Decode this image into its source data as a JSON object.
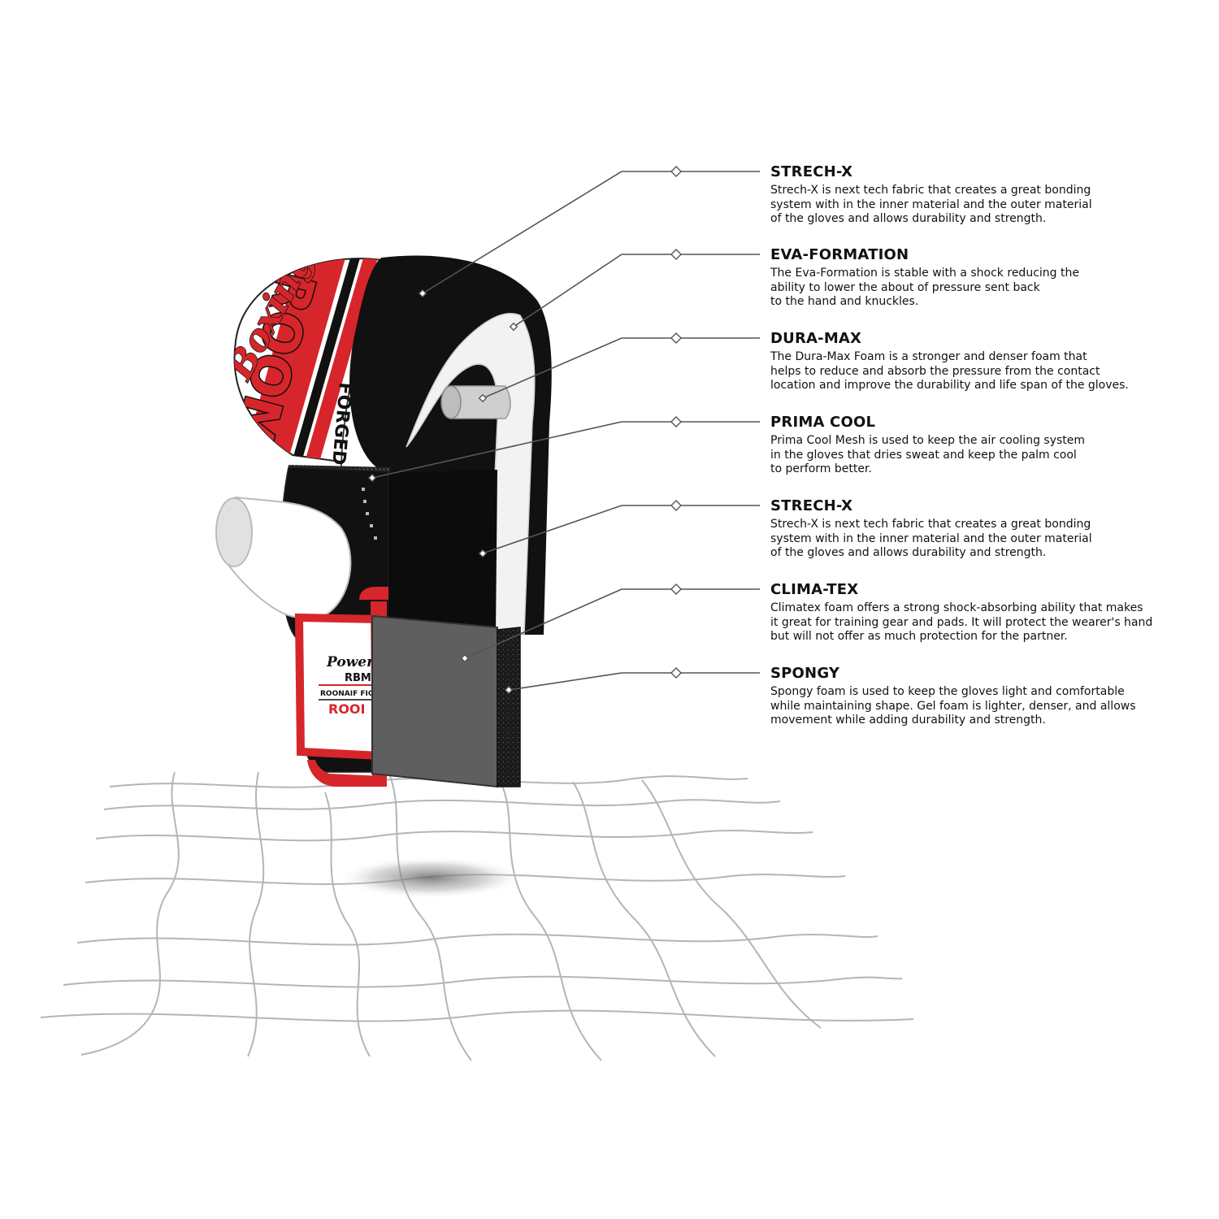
{
  "labels": [
    {
      "title": "STRECH-X",
      "description": "Strech-X is next tech fabric that creates a great bonding\nsystem with in the inner material and the outer material\nof the gloves and allows durability and strength."
    },
    {
      "title": "EVA-FORMATION",
      "description": "The Eva-Formation is stable with a shock reducing the\nability to lower the about of pressure sent back\nto the hand and knuckles."
    },
    {
      "title": "DURA-MAX",
      "description": "The Dura-Max Foam is a stronger and denser foam that\nhelps to reduce and absorb the pressure from the contact\nlocation and improve the durability and life span of the gloves."
    },
    {
      "title": "PRIMA COOL",
      "description": "Prima Cool Mesh is used to keep the air cooling system\nin the gloves that dries sweat and keep the palm cool\nto perform better."
    },
    {
      "title": "STRECH-X",
      "description": "Strech-X is next tech fabric that creates a great bonding\nsystem with in the inner material and the outer material\nof the gloves and allows durability and strength."
    },
    {
      "title": "CLIMA-TEX",
      "description": "Climatex foam offers a strong shock-absorbing ability that makes\nit great for training gear and pads. It will protect the wearer's hand\nbut will not offer as much protection for the partner."
    },
    {
      "title": "SPONGY",
      "description": "Spongy foam is used to keep the gloves light and comfortable\nwhile maintaining shape. Gel foam is lighter, denser, and allows\nmovement while adding durability and strength."
    }
  ],
  "glove_graphics": {
    "logo_text": "ROOMAIF",
    "script_text": "Boxing",
    "side_text": "FORGED",
    "strap_lines": [
      "Power &",
      "RBM",
      "ROONAIF FIGH",
      "ROOI"
    ]
  },
  "colors": {
    "red": "#d7262b",
    "black": "#111111",
    "white": "#ffffff",
    "grey_shell": "#cfcfcf",
    "grey_pad": "#5f5f5f",
    "leader": "#555555",
    "grid": "#b5b5b5"
  }
}
